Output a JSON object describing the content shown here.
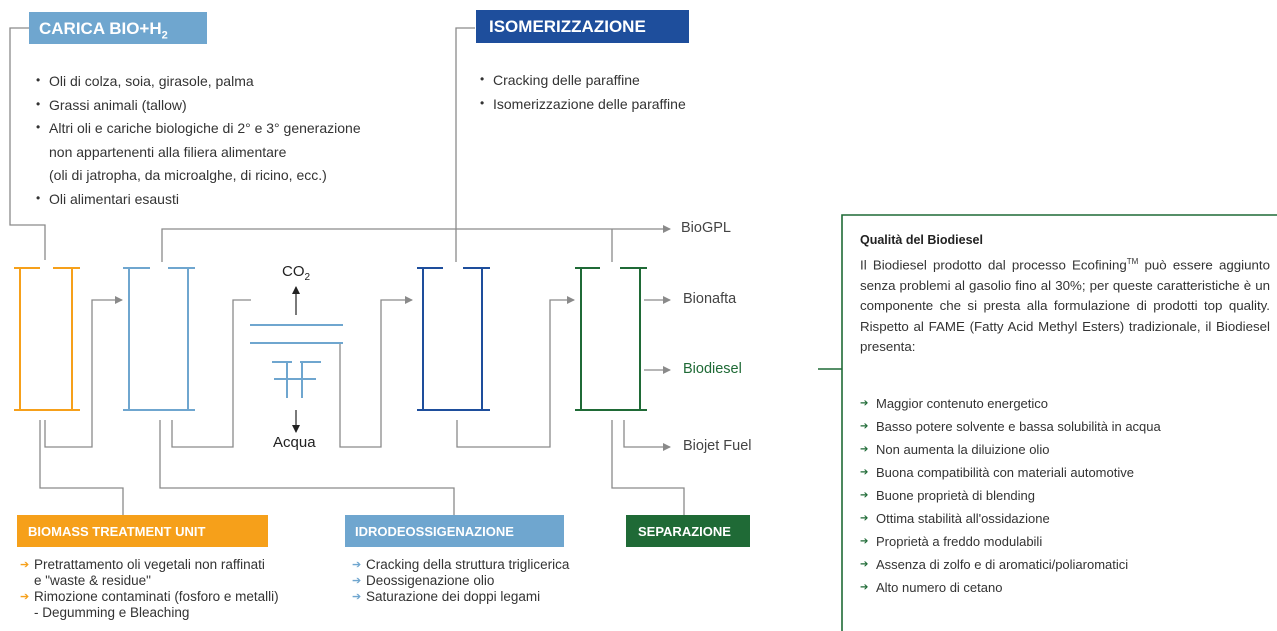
{
  "colors": {
    "orange": "#f6a01a",
    "light_blue": "#6fa6cf",
    "dark_blue": "#1e4e9c",
    "green": "#1f6a36",
    "gray_line": "#8a8a8a"
  },
  "headers": {
    "carica_main": "CARICA BIO+H",
    "carica_sub": "2",
    "isomerizzazione": "ISOMERIZZAZIONE",
    "biomass": "BIOMASS TREATMENT UNIT",
    "idrodeossigenazione": "IDRODEOSSIGENAZIONE",
    "separazione": "SEPARAZIONE"
  },
  "carica_items": [
    {
      "text": "Oli di colza, soia, girasole, palma",
      "bullet": true
    },
    {
      "text": "Grassi animali (tallow)",
      "bullet": true
    },
    {
      "text": "Altri oli e cariche biologiche di 2° e 3° generazione",
      "bullet": true
    },
    {
      "text": "non appartenenti alla filiera alimentare",
      "bullet": false
    },
    {
      "text": "(oli di jatropha, da microalghe, di ricino, ecc.)",
      "bullet": false
    },
    {
      "text": "Oli alimentari esausti",
      "bullet": true
    }
  ],
  "isomerizzazione_items": [
    "Cracking delle paraffine",
    "Isomerizzazione delle paraffine"
  ],
  "co2": {
    "main": "CO",
    "sub": "2"
  },
  "acqua": "Acqua",
  "outputs": {
    "biogpl": "BioGPL",
    "bionafta": "Bionafta",
    "biodiesel": "Biodiesel",
    "biojet": "Biojet Fuel"
  },
  "biomass_items": [
    {
      "text": "Pretrattamento oli vegetali non raffinati",
      "arrow": true
    },
    {
      "text": "e \"waste & residue\"",
      "arrow": false
    },
    {
      "text": "Rimozione contaminati (fosforo e metalli)",
      "arrow": true
    },
    {
      "text": "- Degumming e Bleaching",
      "arrow": false
    }
  ],
  "idro_items": [
    "Cracking della struttura triglicerica",
    "Deossigenazione olio",
    "Saturazione dei doppi legami"
  ],
  "quality": {
    "title": "Qualità del Biodiesel",
    "paragraph_before_tm": "Il Biodiesel prodotto dal processo Ecofining",
    "tm": "TM",
    "paragraph_after_tm": " può essere aggiunto senza problemi al gasolio fino al 30%; per queste caratteristiche è un componente che si presta alla formulazione di prodotti top quality. Rispetto al FAME (Fatty Acid Methyl Esters) tradizionale, il Biodiesel presenta:",
    "items": [
      "Maggior contenuto energetico",
      "Basso potere solvente e bassa solubilità in acqua",
      "Non aumenta la diluizione olio",
      "Buona compatibilità con materiali automotive",
      "Buone proprietà di blending",
      "Ottima stabilità all'ossidazione",
      "Proprietà a freddo modulabili",
      "Assenza di zolfo e di aromatici/poliaromatici",
      "Alto numero di cetano"
    ]
  }
}
